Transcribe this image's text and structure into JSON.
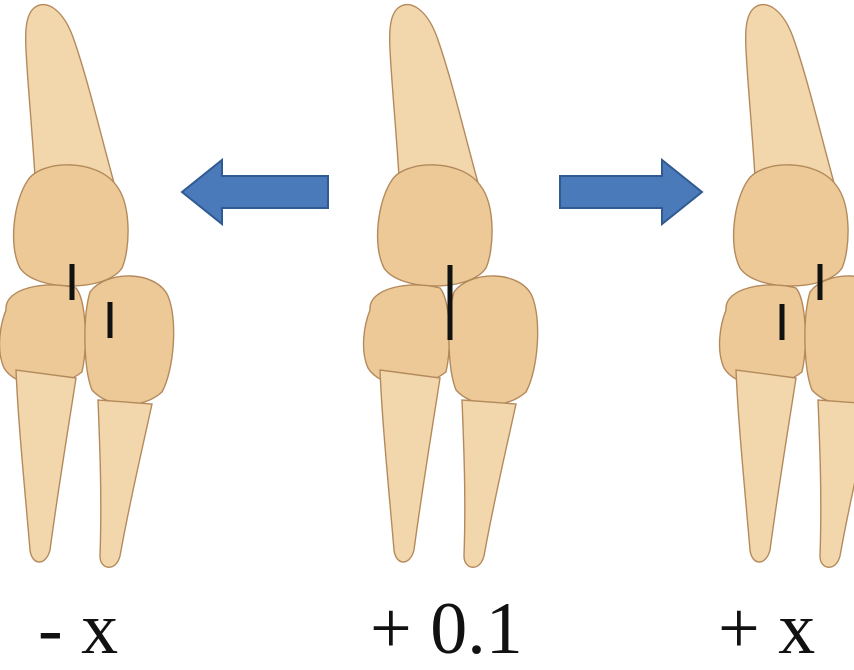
{
  "labels": {
    "left": "- x",
    "center": "+ 0.1",
    "right": "+ x"
  },
  "colors": {
    "bone": "#f3d7ac",
    "bone_outline": "#b48a5c",
    "arrow": "#4a7ab9",
    "marker": "#111111"
  },
  "arrows": {
    "left": "arrow-left-icon",
    "right": "arrow-right-icon"
  }
}
